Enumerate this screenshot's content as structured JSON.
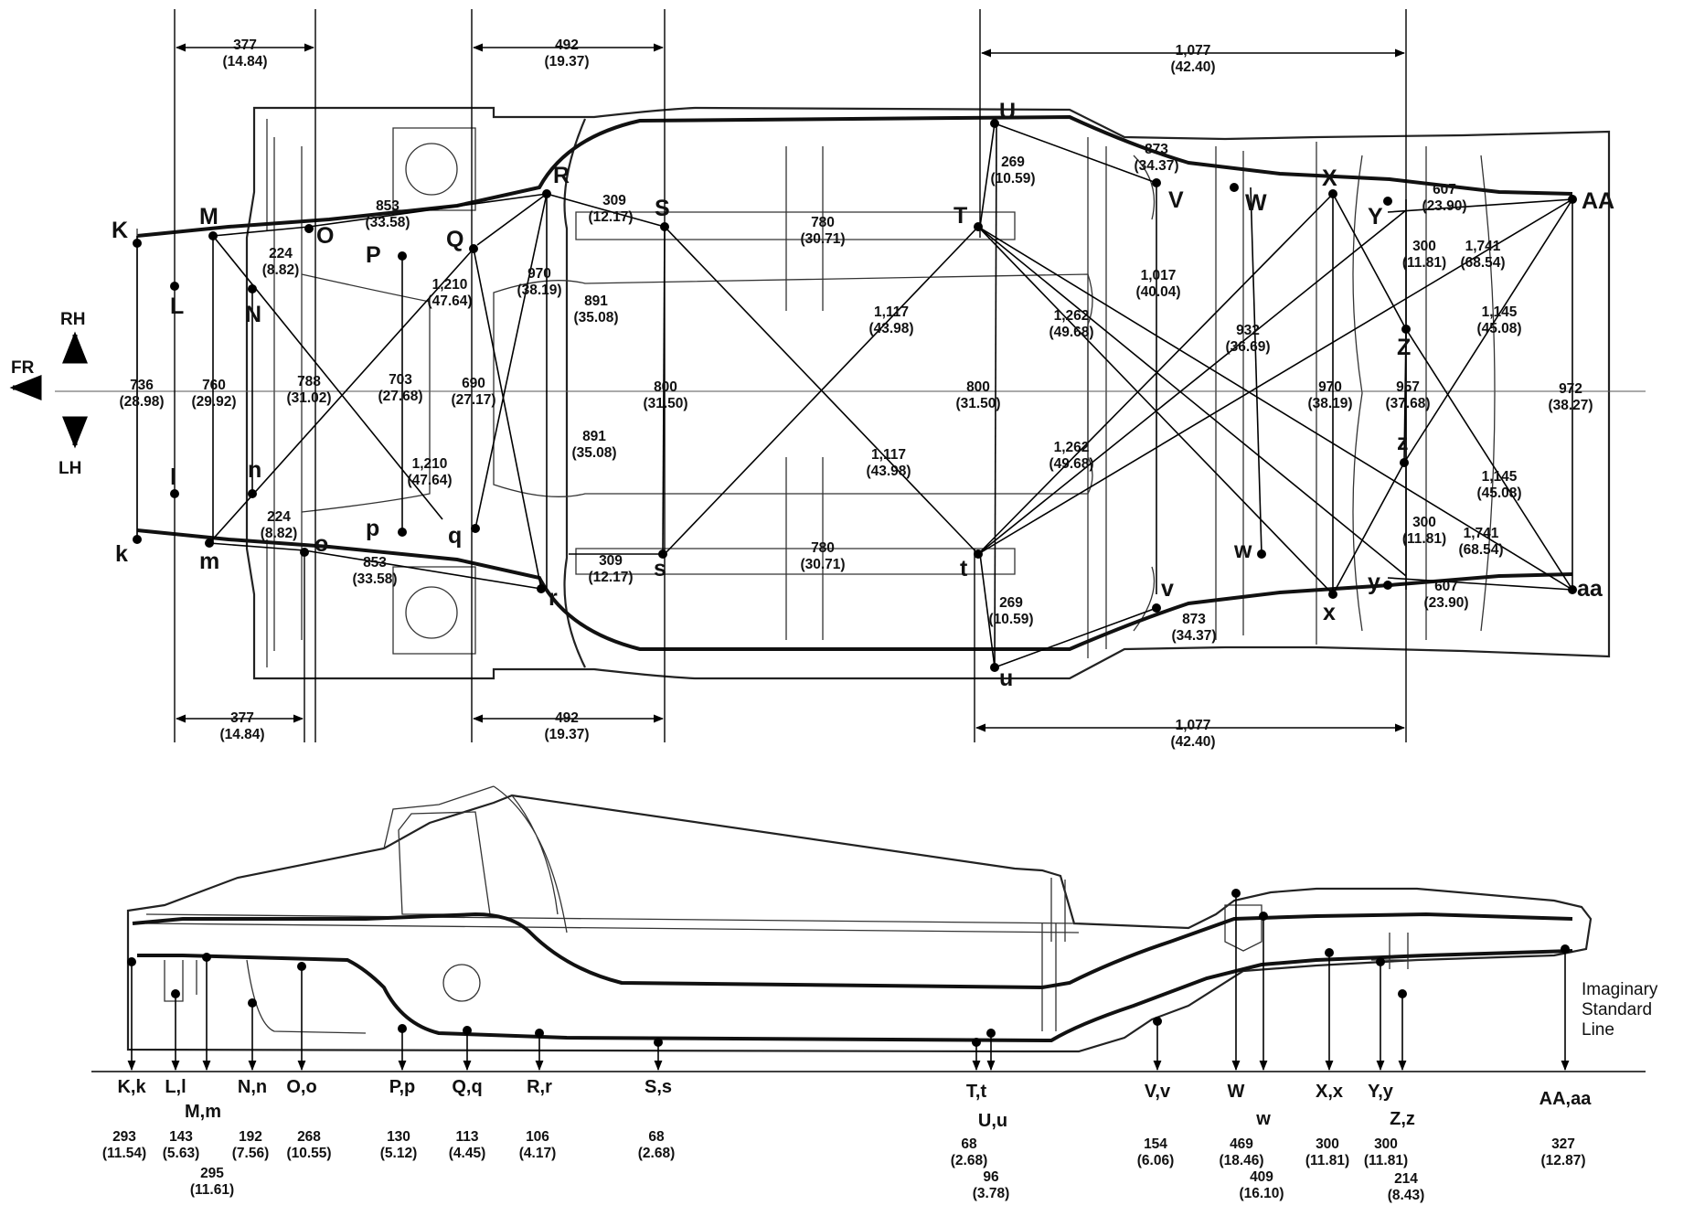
{
  "directions": {
    "fr": "FR",
    "rh": "RH",
    "lh": "LH"
  },
  "top_dims": {
    "d377": "377",
    "d377_in": "(14.84)",
    "d492": "492",
    "d492_in": "(19.37)",
    "d1077": "1,077",
    "d1077_in": "(42.40)"
  },
  "points": {
    "K": "K",
    "L": "L",
    "M": "M",
    "N": "N",
    "O": "O",
    "P": "P",
    "Q": "Q",
    "R": "R",
    "S": "S",
    "T": "T",
    "U": "U",
    "V": "V",
    "W": "W",
    "X": "X",
    "Y": "Y",
    "Z": "Z",
    "AA": "AA",
    "k": "k",
    "l": "l",
    "m": "m",
    "n": "n",
    "o": "o",
    "p": "p",
    "q": "q",
    "r": "r",
    "s": "s",
    "t": "t",
    "u": "u",
    "v": "v",
    "w": "w",
    "x": "x",
    "y": "y",
    "z": "z",
    "aa": "aa"
  },
  "plan_dims": [
    {
      "mm": "853",
      "in": "(33.58)"
    },
    {
      "mm": "224",
      "in": "(8.82)"
    },
    {
      "mm": "1,210",
      "in": "(47.64)"
    },
    {
      "mm": "309",
      "in": "(12.17)"
    },
    {
      "mm": "780",
      "in": "(30.71)"
    },
    {
      "mm": "269",
      "in": "(10.59)"
    },
    {
      "mm": "873",
      "in": "(34.37)"
    },
    {
      "mm": "607",
      "in": "(23.90)"
    },
    {
      "mm": "970",
      "in": "(38.19)"
    },
    {
      "mm": "891",
      "in": "(35.08)"
    },
    {
      "mm": "1,117",
      "in": "(43.98)"
    },
    {
      "mm": "1,017",
      "in": "(40.04)"
    },
    {
      "mm": "1,262",
      "in": "(49.68)"
    },
    {
      "mm": "932",
      "in": "(36.69)"
    },
    {
      "mm": "300",
      "in": "(11.81)"
    },
    {
      "mm": "1,741",
      "in": "(68.54)"
    },
    {
      "mm": "1,145",
      "in": "(45.08)"
    },
    {
      "mm": "736",
      "in": "(28.98)"
    },
    {
      "mm": "760",
      "in": "(29.92)"
    },
    {
      "mm": "788",
      "in": "(31.02)"
    },
    {
      "mm": "703",
      "in": "(27.68)"
    },
    {
      "mm": "690",
      "in": "(27.17)"
    },
    {
      "mm": "800",
      "in": "(31.50)"
    },
    {
      "mm": "957",
      "in": "(37.68)"
    },
    {
      "mm": "972",
      "in": "(38.27)"
    }
  ],
  "side_labels": {
    "kk": "K,k",
    "ll": "L,l",
    "mm": "M,m",
    "nn": "N,n",
    "oo": "O,o",
    "pp": "P,p",
    "qq": "Q,q",
    "rr": "R,r",
    "ss": "S,s",
    "tt": "T,t",
    "uu": "U,u",
    "vv": "V,v",
    "W": "W",
    "w": "w",
    "xx": "X,x",
    "yy": "Y,y",
    "zz": "Z,z",
    "aa": "AA,aa"
  },
  "heights": {
    "kk": "293",
    "kk_in": "(11.54)",
    "ll": "143",
    "ll_in": "(5.63)",
    "mm": "295",
    "mm_in": "(11.61)",
    "nn": "192",
    "nn_in": "(7.56)",
    "oo": "268",
    "oo_in": "(10.55)",
    "pp": "130",
    "pp_in": "(5.12)",
    "qq": "113",
    "qq_in": "(4.45)",
    "rr": "106",
    "rr_in": "(4.17)",
    "ss": "68",
    "ss_in": "(2.68)",
    "tt": "68",
    "tt_in": "(2.68)",
    "uu": "96",
    "uu_in": "(3.78)",
    "vv": "154",
    "vv_in": "(6.06)",
    "W": "469",
    "W_in": "(18.46)",
    "w": "409",
    "w_in": "(16.10)",
    "xx": "300",
    "xx_in": "(11.81)",
    "yy": "300",
    "yy_in": "(11.81)",
    "zz": "214",
    "zz_in": "(8.43)",
    "aa": "327",
    "aa_in": "(12.87)"
  },
  "side_note": {
    "line1": "Imaginary",
    "line2": "Standard",
    "line3": "Line"
  }
}
